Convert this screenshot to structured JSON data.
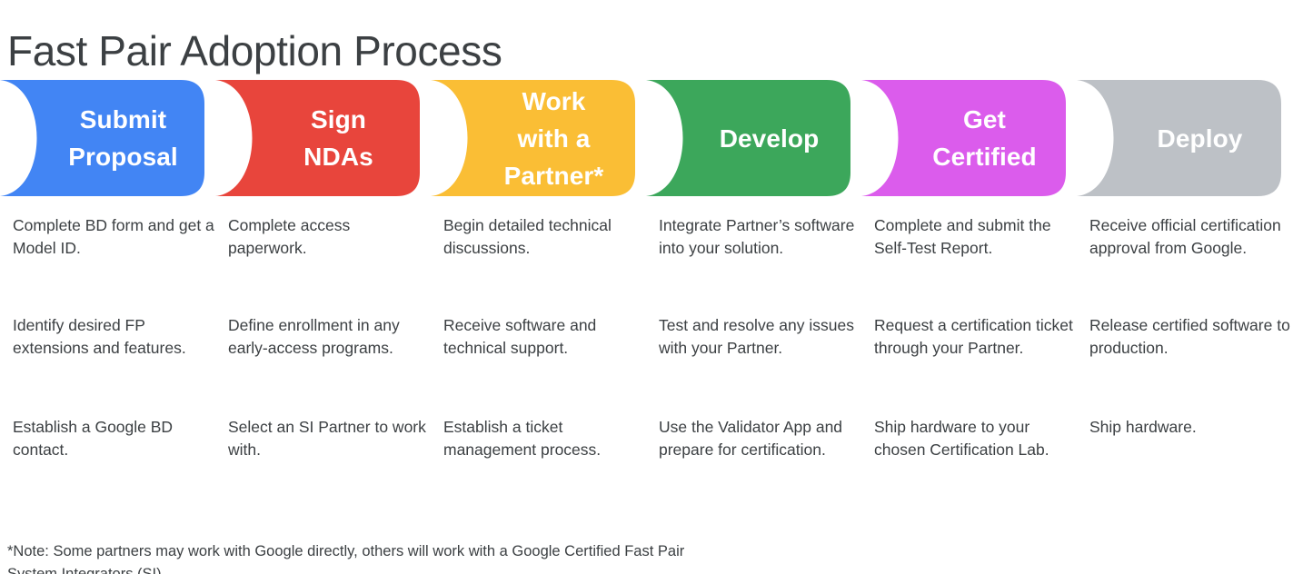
{
  "page": {
    "title": "Fast Pair Adoption Process",
    "background_color": "#ffffff",
    "text_color": "#3c4043"
  },
  "stages": [
    {
      "label": "Submit\nProposal",
      "color": "#4285f4",
      "color_name": "google-blue",
      "label_color": "#ffffff"
    },
    {
      "label": "Sign\nNDAs",
      "color": "#e8453c",
      "color_name": "google-red",
      "label_color": "#ffffff"
    },
    {
      "label": "Work\nwith a\nPartner*",
      "color": "#fabe35",
      "color_name": "google-yellow",
      "label_color": "#ffffff"
    },
    {
      "label": "Develop",
      "color": "#3ca75b",
      "color_name": "google-green",
      "label_color": "#ffffff"
    },
    {
      "label": "Get\nCertified",
      "color": "#db5cec",
      "color_name": "magenta",
      "label_color": "#ffffff"
    },
    {
      "label": "Deploy",
      "color": "#bdc1c6",
      "color_name": "grey",
      "label_color": "#ffffff"
    }
  ],
  "columns": [
    {
      "stage": "Submit Proposal",
      "items": [
        "Complete BD form and get a Model ID.",
        "Identify desired FP extensions and features.",
        "Establish a Google BD contact."
      ]
    },
    {
      "stage": "Sign NDAs",
      "items": [
        "Complete access paperwork.",
        "Define enrollment in any early-access programs.",
        "Select an SI Partner to work with."
      ]
    },
    {
      "stage": "Work with a Partner*",
      "items": [
        "Begin detailed technical discussions.",
        "Receive software and technical support.",
        "Establish a ticket management process."
      ]
    },
    {
      "stage": "Develop",
      "items": [
        "Integrate Partner’s software into your solution.",
        "Test and resolve any issues with your Partner.",
        "Use the Validator App and prepare for certification."
      ]
    },
    {
      "stage": "Get Certified",
      "items": [
        "Complete and submit the Self-Test Report.",
        "Request a certification ticket through your Partner.",
        "Ship hardware to your chosen Certification Lab."
      ]
    },
    {
      "stage": "Deploy",
      "items": [
        "Receive official certification approval from Google.",
        "Release certified software to production.",
        "Ship hardware."
      ]
    }
  ],
  "footnote": "*Note: Some partners may work with Google directly, others will work with a Google Certified Fast Pair System Integrators (SI)."
}
